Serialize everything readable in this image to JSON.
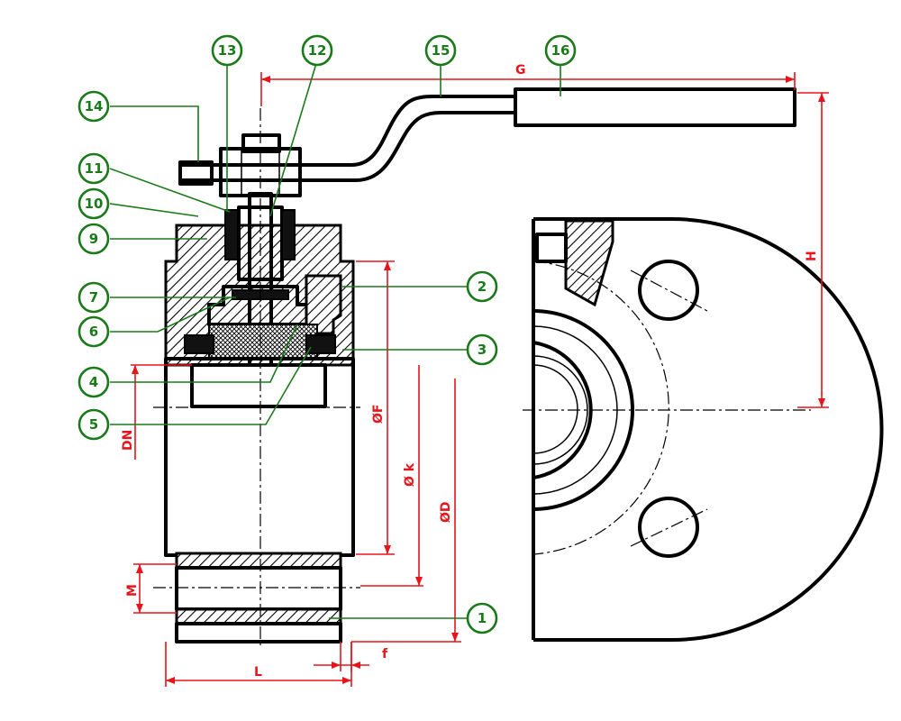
{
  "balloons": [
    {
      "label": "1"
    },
    {
      "label": "2"
    },
    {
      "label": "3"
    },
    {
      "label": "4"
    },
    {
      "label": "5"
    },
    {
      "label": "6"
    },
    {
      "label": "7"
    },
    {
      "label": "9"
    },
    {
      "label": "10"
    },
    {
      "label": "11"
    },
    {
      "label": "12"
    },
    {
      "label": "13"
    },
    {
      "label": "14"
    },
    {
      "label": "15"
    },
    {
      "label": "16"
    }
  ],
  "dimensions": {
    "G": "G",
    "H": "H",
    "F": "ØF",
    "k": "Ø k",
    "D": "ØD",
    "DN": "DN",
    "M": "M",
    "L": "L",
    "f": "f"
  },
  "colors": {
    "balloon": "#1a7a1a",
    "dimension": "#e8141c",
    "outline": "#000000"
  }
}
